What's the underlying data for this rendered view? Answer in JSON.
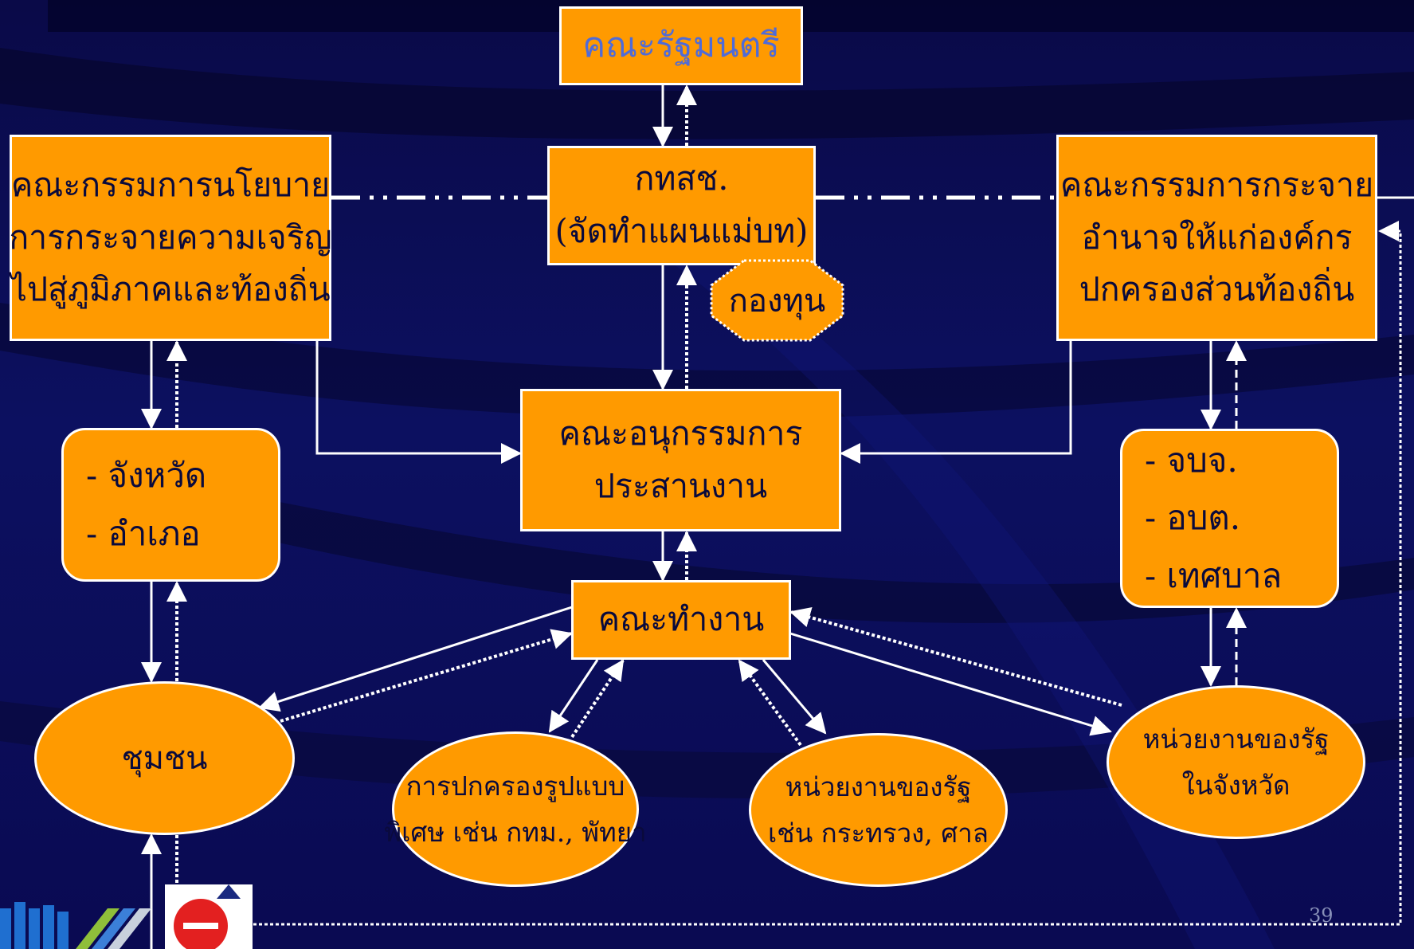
{
  "nodes": {
    "cabinet": "คณะรัฐมนตรี",
    "nesdb": [
      "กทสช.",
      "(จัดทำแผนแม่บท)"
    ],
    "fund": "กองทุน",
    "policy_committee": [
      "คณะกรรมการนโยบาย",
      "การกระจายความเจริญ",
      "ไปสู่ภูมิภาคและท้องถิ่น"
    ],
    "decentral_committee": [
      "คณะกรรมการกระจาย",
      "อำนาจให้แก่องค์กร",
      "ปกครองส่วนท้องถิ่น"
    ],
    "coord_subcommittee": [
      "คณะอนุกรรมการ",
      "ประสานงาน"
    ],
    "province_district": [
      "- จังหวัด",
      "- อำเภอ"
    ],
    "local_gov": [
      "- จบจ.",
      "- อบต.",
      "- เทศบาล"
    ],
    "working_group": "คณะทำงาน",
    "community": "ชุมชน",
    "special_admin": [
      "การปกครองรูปแบบ",
      "พิเศษ เช่น กทม., พัทยา"
    ],
    "state_agencies": [
      "หน่วยงานของรัฐ",
      "เช่น กระทรวง, ศาล"
    ],
    "provincial_agencies": [
      "หน่วยงานของรัฐ",
      "ในจังหวัด"
    ]
  },
  "page_number": "39",
  "colors": {
    "node_fill": "#ff9a00",
    "node_border": "#ffffff",
    "node_text": "#0a0a3c",
    "title_text": "#4f6bd8",
    "background": "#0a0a50",
    "arrow": "#ffffff"
  }
}
